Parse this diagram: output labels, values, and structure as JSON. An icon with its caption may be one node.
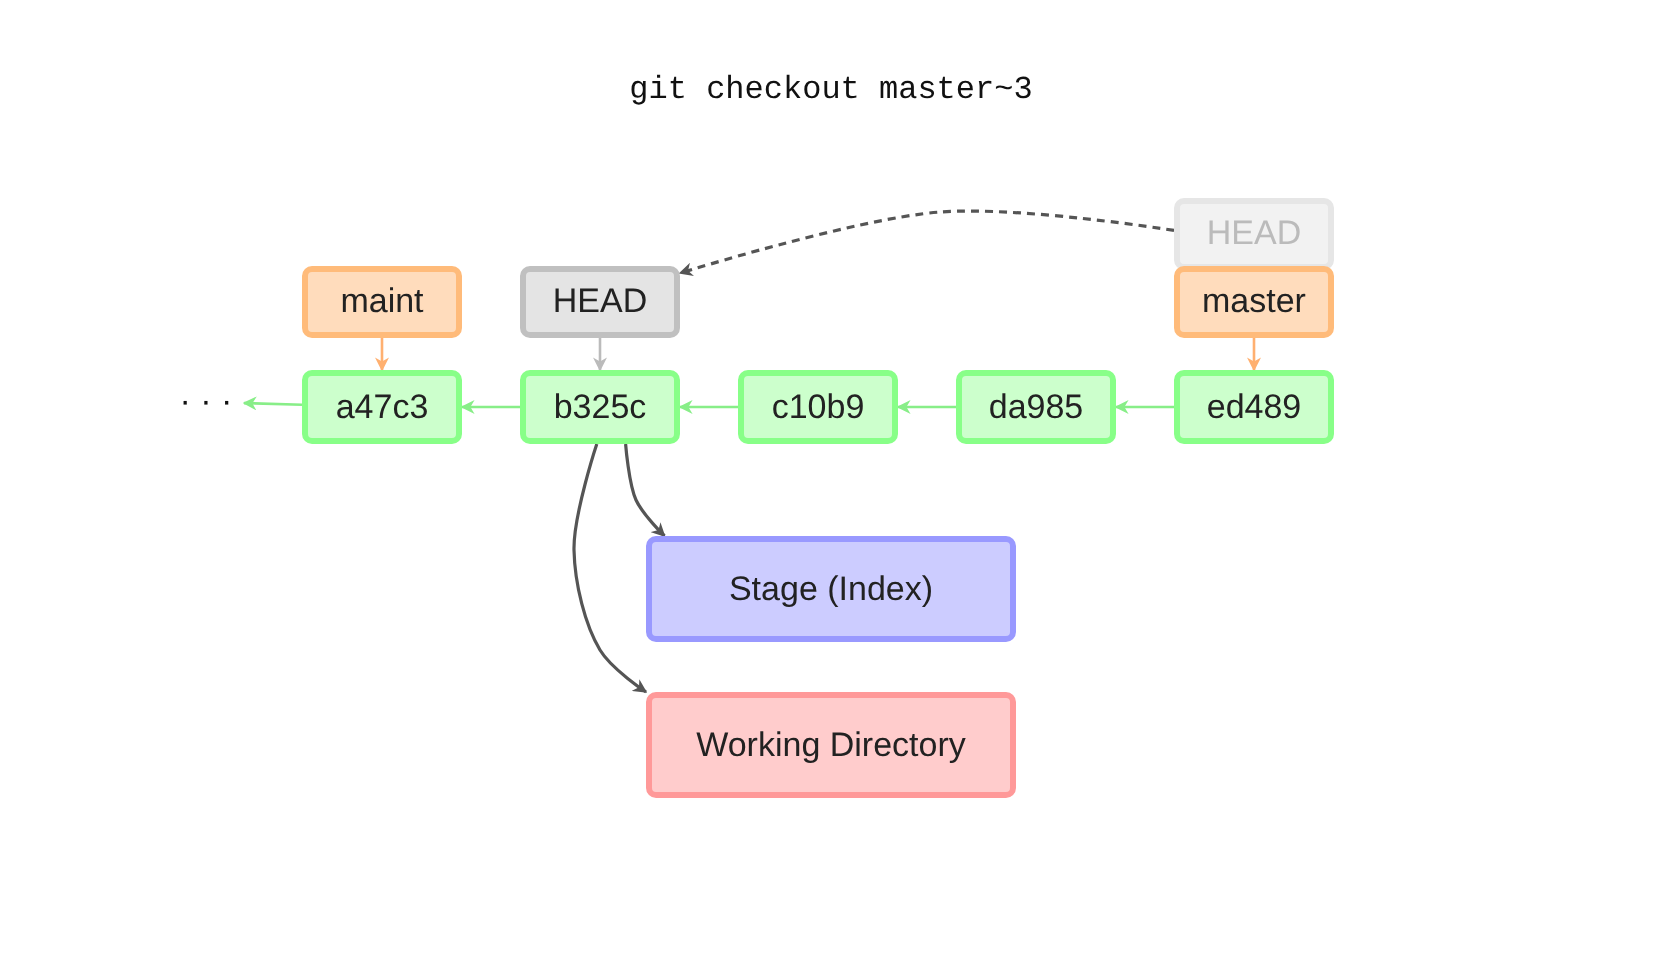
{
  "diagram": {
    "title": "git checkout master~3",
    "nodes": [
      {
        "text": [
          "HEAD"
        ]
      },
      {
        "text": [
          "maint"
        ]
      },
      {
        "text": [
          "HEAD"
        ]
      },
      {
        "text": [
          "master"
        ]
      },
      {
        "text": [
          "· · ·"
        ]
      },
      {
        "text": [
          "a47c3"
        ]
      },
      {
        "text": [
          "b325c"
        ]
      },
      {
        "text": [
          "c10b9"
        ]
      },
      {
        "text": [
          "da985"
        ]
      },
      {
        "text": [
          "ed489"
        ]
      },
      {
        "text": [
          "Stage (Index)"
        ]
      },
      {
        "text": [
          "Working Directory"
        ]
      }
    ],
    "edges": [
      {
        "from": 0,
        "to": 2,
        "arrow": "to",
        "style": "dashed",
        "color": "#555555"
      },
      {
        "from": 1,
        "to": 5,
        "arrow": "to",
        "color": "#ffb070"
      },
      {
        "from": 2,
        "to": 6,
        "arrow": "to",
        "color": "#bbbbbb"
      },
      {
        "from": 3,
        "to": 9,
        "arrow": "to",
        "color": "#ffb070"
      },
      {
        "from": 9,
        "to": 8,
        "arrow": "to"
      },
      {
        "from": 8,
        "to": 7,
        "arrow": "to"
      },
      {
        "from": 7,
        "to": 6,
        "arrow": "to"
      },
      {
        "from": 6,
        "to": 5,
        "arrow": "to"
      },
      {
        "from": 5,
        "to": 4,
        "arrow": "to"
      },
      {
        "from": 6,
        "to": 10,
        "arrow": "to",
        "color": "#555555"
      },
      {
        "from": 6,
        "to": 11,
        "arrow": "to",
        "color": "#555555"
      }
    ]
  }
}
